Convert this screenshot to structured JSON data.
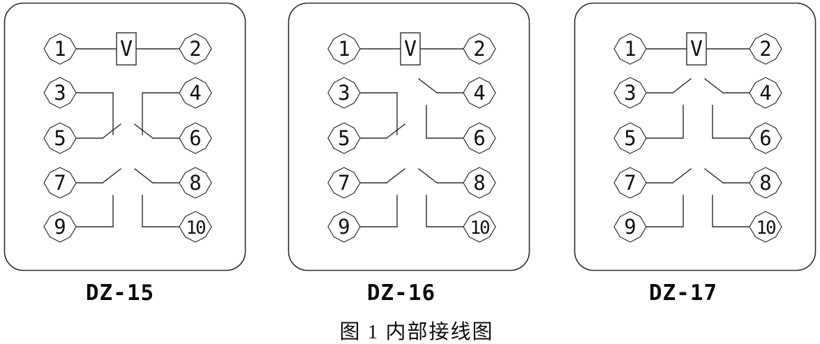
{
  "figure": {
    "caption": "图 1 内部接线图",
    "colors": {
      "line": "#2b2b2b",
      "text": "#111111",
      "background": "#ffffff"
    },
    "coil_symbol": "V",
    "panels": [
      {
        "label": "DZ-15",
        "coil": {
          "symbol": "V",
          "terminals": [
            "1",
            "2"
          ]
        },
        "terminal_rows": [
          [
            "1",
            "2"
          ],
          [
            "3",
            "4"
          ],
          [
            "5",
            "6"
          ],
          [
            "7",
            "8"
          ],
          [
            "9",
            "10"
          ]
        ],
        "contacts": [
          {
            "terminals": [
              "3",
              "5"
            ],
            "side": "left",
            "row_pair": "upper",
            "type": "normally-closed"
          },
          {
            "terminals": [
              "4",
              "6"
            ],
            "side": "right",
            "row_pair": "upper",
            "type": "normally-closed"
          },
          {
            "terminals": [
              "7",
              "9"
            ],
            "side": "left",
            "row_pair": "lower",
            "type": "normally-open"
          },
          {
            "terminals": [
              "8",
              "10"
            ],
            "side": "right",
            "row_pair": "lower",
            "type": "normally-open"
          }
        ]
      },
      {
        "label": "DZ-16",
        "coil": {
          "symbol": "V",
          "terminals": [
            "1",
            "2"
          ]
        },
        "terminal_rows": [
          [
            "1",
            "2"
          ],
          [
            "3",
            "4"
          ],
          [
            "5",
            "6"
          ],
          [
            "7",
            "8"
          ],
          [
            "9",
            "10"
          ]
        ],
        "contacts": [
          {
            "terminals": [
              "3",
              "5"
            ],
            "side": "left",
            "row_pair": "upper",
            "type": "normally-closed"
          },
          {
            "terminals": [
              "4",
              "6"
            ],
            "side": "right",
            "row_pair": "upper",
            "type": "normally-open"
          },
          {
            "terminals": [
              "7",
              "9"
            ],
            "side": "left",
            "row_pair": "lower",
            "type": "normally-open"
          },
          {
            "terminals": [
              "8",
              "10"
            ],
            "side": "right",
            "row_pair": "lower",
            "type": "normally-open"
          }
        ]
      },
      {
        "label": "DZ-17",
        "coil": {
          "symbol": "V",
          "terminals": [
            "1",
            "2"
          ]
        },
        "terminal_rows": [
          [
            "1",
            "2"
          ],
          [
            "3",
            "4"
          ],
          [
            "5",
            "6"
          ],
          [
            "7",
            "8"
          ],
          [
            "9",
            "10"
          ]
        ],
        "contacts": [
          {
            "terminals": [
              "3",
              "5"
            ],
            "side": "left",
            "row_pair": "upper",
            "type": "normally-open"
          },
          {
            "terminals": [
              "4",
              "6"
            ],
            "side": "right",
            "row_pair": "upper",
            "type": "normally-open"
          },
          {
            "terminals": [
              "7",
              "9"
            ],
            "side": "left",
            "row_pair": "lower",
            "type": "normally-open"
          },
          {
            "terminals": [
              "8",
              "10"
            ],
            "side": "right",
            "row_pair": "lower",
            "type": "normally-open"
          }
        ]
      }
    ]
  }
}
